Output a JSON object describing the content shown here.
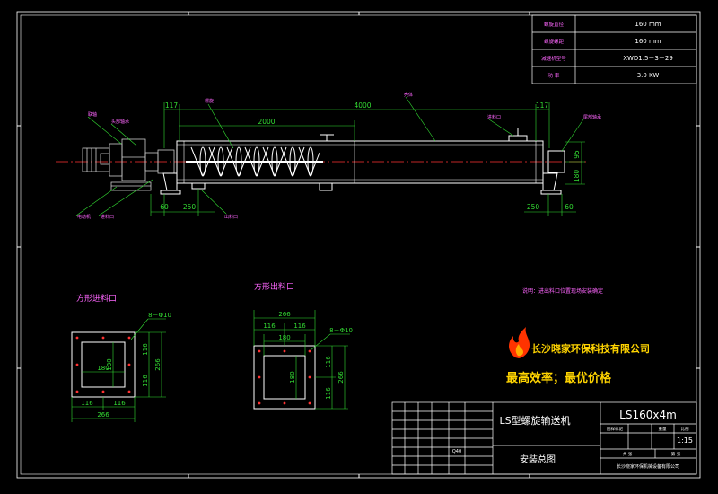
{
  "colors": {
    "frame": "#ffffff",
    "dim": "#33dd33",
    "body": "#ffffff",
    "flight": "#ffffff",
    "centerline": "#ff3333",
    "motor": "#cccccc",
    "note_label": "#ff66ff",
    "text": "#ffffff",
    "company": "#ffd400",
    "flame": "#ff3300"
  },
  "spec_table": {
    "rows": [
      {
        "key": "螺旋直径",
        "value": "160 mm"
      },
      {
        "key": "螺旋螺距",
        "value": "160 mm"
      },
      {
        "key": "减速机型号",
        "value": "XWD1.5－3－29"
      },
      {
        "key": "功  率",
        "value": "3.0 KW"
      }
    ]
  },
  "main_view": {
    "dims": {
      "total": "4000",
      "screw": "2000",
      "end_left": "117",
      "end_right": "117",
      "left_a": "60",
      "left_b": "250",
      "right_a": "250",
      "right_b": "60",
      "vert_a": "95",
      "vert_b": "180"
    },
    "labels": {
      "coupling_label": "联轴",
      "gearbox_label": "头部轴承",
      "motor_label": "电动机",
      "screw_label": "螺旋",
      "trough_label": "壳体",
      "outlet_label": "出料口",
      "inlet_label": "进料口",
      "tail_bearing_label": "尾部轴承",
      "feed_label": "进料口"
    }
  },
  "notes": {
    "note": "说明：进出料口位置现场安装确定"
  },
  "inlet_view": {
    "title": "方形进料口",
    "holes": "8－Φ10",
    "d_in_w": "180",
    "d_in_h": "180",
    "d_h_total": "266",
    "d_h_a": "116",
    "d_h_b": "116",
    "d_bot_a": "116",
    "d_bot_b": "116",
    "d_bot_total": "266"
  },
  "outlet_view": {
    "title": "方形出料口",
    "holes": "8－Φ10",
    "d_top_total": "266",
    "d_top_a": "116",
    "d_top_b": "116",
    "d_in_w": "180",
    "d_in_h": "180",
    "d_v_a": "116",
    "d_v_b": "116",
    "d_v_total": "266"
  },
  "company": {
    "name": "长沙晓家环保科技有限公司",
    "slogan": "最高效率；最优价格"
  },
  "title_block": {
    "model": "LS160x4m",
    "product": "LS型螺旋输送机",
    "scale": "1:15",
    "drawing_name": "安装总图",
    "material": "Q40",
    "company_small": "长沙晓家环保机械设备有限公司",
    "cells": [
      "图样标记",
      "重量",
      "比例",
      "共  张",
      "第  张"
    ]
  }
}
